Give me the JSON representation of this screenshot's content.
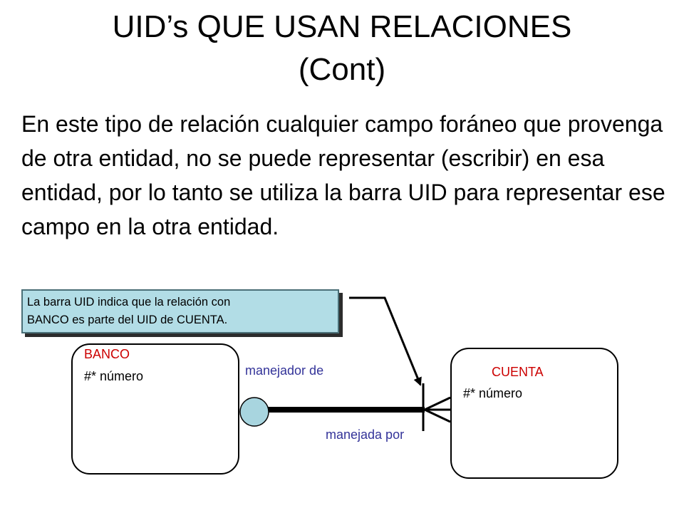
{
  "slide": {
    "title_line1": "UID’s QUE USAN RELACIONES",
    "title_line2": "(Cont)",
    "paragraph": "En este tipo de relación cualquier campo foráneo que provenga de otra entidad, no se puede representar (escribir) en esa entidad, por lo tanto se utiliza la barra UID para representar ese campo en la otra entidad."
  },
  "callout": {
    "line1": "La barra UID indica que la relación con",
    "line2": "BANCO es parte del UID de CUENTA."
  },
  "diagram": {
    "entity_left": {
      "name": "BANCO",
      "attribute": "#* número"
    },
    "entity_right": {
      "name": "CUENTA",
      "attribute": "#* número"
    },
    "relationship": {
      "label_top": "manejador de",
      "label_bottom": "manejada por"
    }
  },
  "colors": {
    "entity_name": "#cc0000",
    "relationship_label": "#333399",
    "callout_fill": "#b2dde6",
    "optional_circle": "#a8d5df"
  }
}
